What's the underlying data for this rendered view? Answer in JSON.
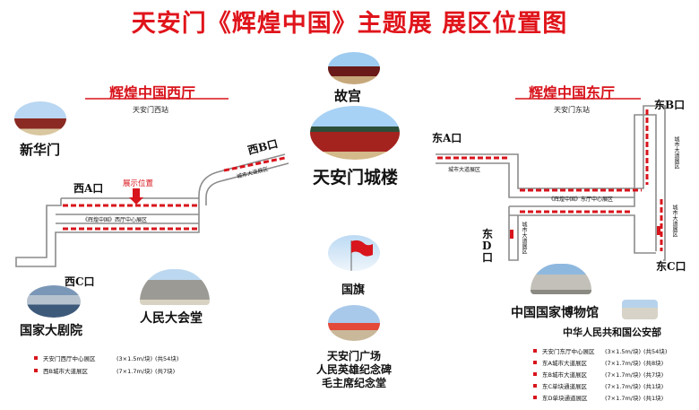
{
  "title": "天安门《辉煌中国》主题展  展区位置图",
  "west_hall": {
    "title": "辉煌中国西厅",
    "station": "天安门西站",
    "marker": "展示位置",
    "zone_label": "《辉煌中国》西厅中心展区",
    "street_label": "城市大道展区"
  },
  "east_hall": {
    "title": "辉煌中国东厅",
    "station": "天安门东站",
    "zone_label": "《辉煌中国》东厅中心展区",
    "street_a": "城市大道展区",
    "street_b1": "城市大道展区",
    "street_b2": "城市大道展区",
    "street_d": "城市大道展区"
  },
  "gates": {
    "west_a": "西A口",
    "west_b": "西B口",
    "west_c": "西C口",
    "east_a": "东A口",
    "east_b": "东B口",
    "east_c": "东C口",
    "east_d": "东\nD\n口"
  },
  "landmarks": {
    "xinhuamen": "新华门",
    "gugong": "故宫",
    "tiananmen": "天安门城楼",
    "theatre": "国家大剧院",
    "great_hall": "人民大会堂",
    "flag": "国旗",
    "square": [
      "天安门广场",
      "人民英雄纪念碑",
      "毛主席纪念堂"
    ],
    "museum": "中国国家博物馆",
    "security": "中华人民共和国公安部"
  },
  "legend_west": [
    {
      "name": "天安门西厅中心展区",
      "spec": "(3×1.5m/块)",
      "count": "(共54块)"
    },
    {
      "name": "西B城市大道展区",
      "spec": "(7×1.7m/块)",
      "count": "(共7块)"
    }
  ],
  "legend_east": [
    {
      "name": "天安门东厅中心展区",
      "spec": "(3×1.5m/块)",
      "count": "(共54块)"
    },
    {
      "name": "东A城市大道展区",
      "spec": "(7×1.7m/块)",
      "count": "(共8块)"
    },
    {
      "name": "东B城市大道展区",
      "spec": "(7×1.7m/块)",
      "count": "(共7块)"
    },
    {
      "name": "东C单块通道展区",
      "spec": "(7×1.7m/块)",
      "count": "(共1块)"
    },
    {
      "name": "东D单块通道展区",
      "spec": "(7×1.7m/块)",
      "count": "(共1块)"
    }
  ],
  "colors": {
    "accent": "#d8141c",
    "corridor": "#9a9a9a"
  }
}
